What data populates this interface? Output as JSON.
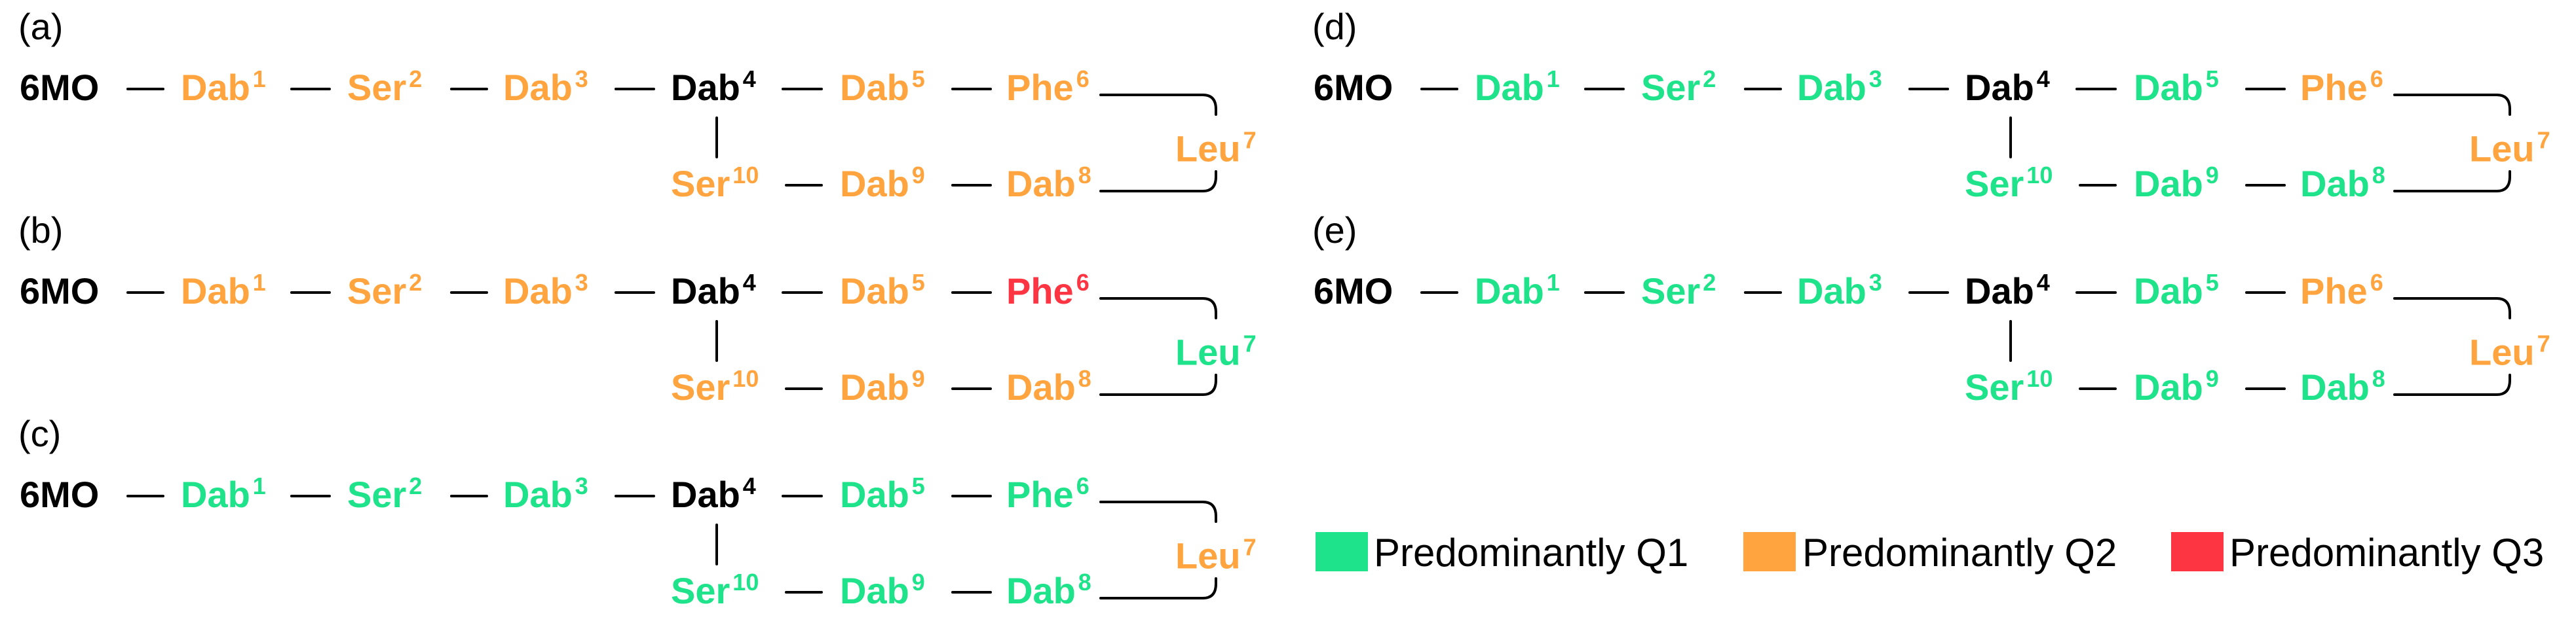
{
  "colors": {
    "Q1": "#1fe38a",
    "Q2": "#ffa43e",
    "Q3": "#fd3543",
    "neutral": "#000000"
  },
  "panels": [
    {
      "label": "(a)",
      "lipid": "6MO",
      "residues": [
        {
          "name": "Dab",
          "num": "1",
          "state": "Q2"
        },
        {
          "name": "Ser",
          "num": "2",
          "state": "Q2"
        },
        {
          "name": "Dab",
          "num": "3",
          "state": "Q2"
        },
        {
          "name": "Dab",
          "num": "4",
          "state": "neutral"
        },
        {
          "name": "Dab",
          "num": "5",
          "state": "Q2"
        },
        {
          "name": "Phe",
          "num": "6",
          "state": "Q2"
        },
        {
          "name": "Leu",
          "num": "7",
          "state": "Q2"
        },
        {
          "name": "Dab",
          "num": "8",
          "state": "Q2"
        },
        {
          "name": "Dab",
          "num": "9",
          "state": "Q2"
        },
        {
          "name": "Ser",
          "num": "10",
          "state": "Q2"
        }
      ]
    },
    {
      "label": "(b)",
      "lipid": "6MO",
      "residues": [
        {
          "name": "Dab",
          "num": "1",
          "state": "Q2"
        },
        {
          "name": "Ser",
          "num": "2",
          "state": "Q2"
        },
        {
          "name": "Dab",
          "num": "3",
          "state": "Q2"
        },
        {
          "name": "Dab",
          "num": "4",
          "state": "neutral"
        },
        {
          "name": "Dab",
          "num": "5",
          "state": "Q2"
        },
        {
          "name": "Phe",
          "num": "6",
          "state": "Q3"
        },
        {
          "name": "Leu",
          "num": "7",
          "state": "Q1"
        },
        {
          "name": "Dab",
          "num": "8",
          "state": "Q2"
        },
        {
          "name": "Dab",
          "num": "9",
          "state": "Q2"
        },
        {
          "name": "Ser",
          "num": "10",
          "state": "Q2"
        }
      ]
    },
    {
      "label": "(c)",
      "lipid": "6MO",
      "residues": [
        {
          "name": "Dab",
          "num": "1",
          "state": "Q1"
        },
        {
          "name": "Ser",
          "num": "2",
          "state": "Q1"
        },
        {
          "name": "Dab",
          "num": "3",
          "state": "Q1"
        },
        {
          "name": "Dab",
          "num": "4",
          "state": "neutral"
        },
        {
          "name": "Dab",
          "num": "5",
          "state": "Q1"
        },
        {
          "name": "Phe",
          "num": "6",
          "state": "Q1"
        },
        {
          "name": "Leu",
          "num": "7",
          "state": "Q2"
        },
        {
          "name": "Dab",
          "num": "8",
          "state": "Q1"
        },
        {
          "name": "Dab",
          "num": "9",
          "state": "Q1"
        },
        {
          "name": "Ser",
          "num": "10",
          "state": "Q1"
        }
      ]
    },
    {
      "label": "(d)",
      "lipid": "6MO",
      "residues": [
        {
          "name": "Dab",
          "num": "1",
          "state": "Q1"
        },
        {
          "name": "Ser",
          "num": "2",
          "state": "Q1"
        },
        {
          "name": "Dab",
          "num": "3",
          "state": "Q1"
        },
        {
          "name": "Dab",
          "num": "4",
          "state": "neutral"
        },
        {
          "name": "Dab",
          "num": "5",
          "state": "Q1"
        },
        {
          "name": "Phe",
          "num": "6",
          "state": "Q2"
        },
        {
          "name": "Leu",
          "num": "7",
          "state": "Q2"
        },
        {
          "name": "Dab",
          "num": "8",
          "state": "Q1"
        },
        {
          "name": "Dab",
          "num": "9",
          "state": "Q1"
        },
        {
          "name": "Ser",
          "num": "10",
          "state": "Q1"
        }
      ]
    },
    {
      "label": "(e)",
      "lipid": "6MO",
      "residues": [
        {
          "name": "Dab",
          "num": "1",
          "state": "Q1"
        },
        {
          "name": "Ser",
          "num": "2",
          "state": "Q1"
        },
        {
          "name": "Dab",
          "num": "3",
          "state": "Q1"
        },
        {
          "name": "Dab",
          "num": "4",
          "state": "neutral"
        },
        {
          "name": "Dab",
          "num": "5",
          "state": "Q1"
        },
        {
          "name": "Phe",
          "num": "6",
          "state": "Q2"
        },
        {
          "name": "Leu",
          "num": "7",
          "state": "Q2"
        },
        {
          "name": "Dab",
          "num": "8",
          "state": "Q1"
        },
        {
          "name": "Dab",
          "num": "9",
          "state": "Q1"
        },
        {
          "name": "Ser",
          "num": "10",
          "state": "Q1"
        }
      ]
    }
  ],
  "legend": [
    {
      "label": "Predominantly Q1",
      "state": "Q1"
    },
    {
      "label": "Predominantly Q2",
      "state": "Q2"
    },
    {
      "label": "Predominantly Q3",
      "state": "Q3"
    }
  ]
}
